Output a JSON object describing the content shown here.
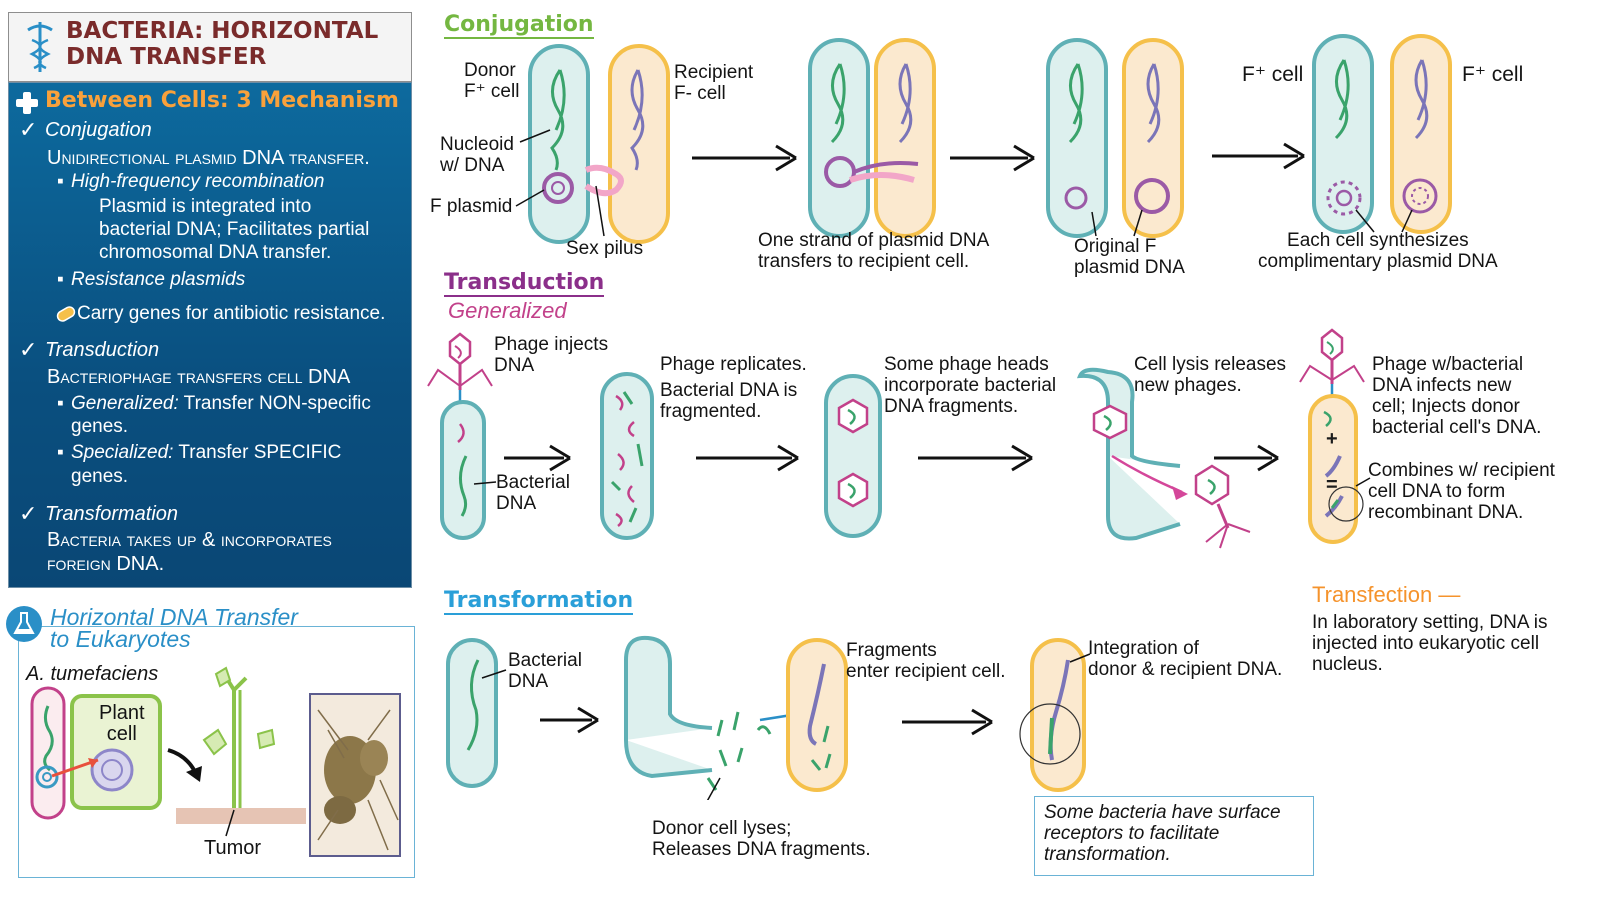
{
  "header": {
    "title": "BACTERIA: HORIZONTAL DNA TRANSFER"
  },
  "panel": {
    "heading": "Between Cells: 3 Mechanism",
    "conj": {
      "title": "Conjugation",
      "desc": "Unidirectional plasmid DNA transfer.",
      "hfr": "High-frequency recombination",
      "hfr_desc": [
        "Plasmid is integrated into",
        "bacterial DNA; Facilitates partial",
        "chromosomal DNA transfer."
      ],
      "resist": "Resistance plasmids",
      "resist_desc": "Carry genes for antibiotic resistance."
    },
    "trans": {
      "title": "Transduction",
      "desc": "Bacteriophage transfers cell DNA",
      "gen_label": "Generalized:",
      "gen_text": [
        "Transfer NON-specific",
        "genes."
      ],
      "spec_label": "Specialized:",
      "spec_text": [
        "Transfer SPECIFIC",
        "genes."
      ]
    },
    "transf": {
      "title": "Transformation",
      "desc": [
        "Bacteria takes up & incorporates",
        "foreign DNA."
      ]
    }
  },
  "euk": {
    "title": [
      "Horizontal DNA Transfer",
      "to Eukaryotes"
    ],
    "organism": "A. tumefaciens",
    "plant_cell": [
      "Plant",
      "cell"
    ],
    "tumor": "Tumor"
  },
  "conjugation": {
    "title": "Conjugation",
    "donor": [
      "Donor",
      "F⁺ cell"
    ],
    "recipient": [
      "Recipient",
      "F- cell"
    ],
    "nucleoid": [
      "Nucleoid",
      "w/ DNA"
    ],
    "fplasmid": "F plasmid",
    "sexpilus": "Sex pilus",
    "one_strand": [
      "One strand of plasmid DNA",
      "transfers to recipient cell."
    ],
    "original": [
      "Original F",
      "plasmid DNA"
    ],
    "fcell_a": "F⁺ cell",
    "fcell_b": "F⁺ cell",
    "each_cell": [
      "Each cell synthesizes",
      "complimentary plasmid DNA"
    ]
  },
  "transduction": {
    "title": "Transduction",
    "subtitle": "Generalized",
    "phage_injects": [
      "Phage injects",
      "DNA"
    ],
    "bacterial_dna": [
      "Bacterial",
      "DNA"
    ],
    "replicates": [
      "Phage replicates.",
      "Bacterial DNA is",
      "fragmented."
    ],
    "heads": [
      "Some phage heads",
      "incorporate bacterial",
      "DNA fragments."
    ],
    "lysis": [
      "Cell lysis releases",
      "new phages."
    ],
    "infects": [
      "Phage w/bacterial",
      "DNA infects new",
      "cell; Injects donor",
      "bacterial cell's DNA."
    ],
    "combines": [
      "Combines w/ recipient",
      "cell DNA to form",
      "recombinant DNA."
    ],
    "plus": "+",
    "equals": "="
  },
  "transformation": {
    "title": "Transformation",
    "bacterial_dna": [
      "Bacterial",
      "DNA"
    ],
    "donor_lyses": [
      "Donor cell lyses;",
      "Releases DNA fragments."
    ],
    "fragments": [
      "Fragments",
      "enter recipient cell."
    ],
    "integration": [
      "Integration of",
      "donor & recipient DNA."
    ],
    "note": [
      "Some bacteria have surface",
      "receptors to facilitate",
      "transformation."
    ]
  },
  "transfection": {
    "title": "Transfection —",
    "text": [
      "In laboratory setting, DNA is",
      "injected into eukaryotic cell",
      "nucleus."
    ]
  },
  "colors": {
    "teal": "#5fb0b5",
    "orange": "#f5c04a",
    "purple": "#9b5aa6",
    "pink": "#d4479a",
    "blue": "#2a8fc7",
    "green": "#74b741"
  }
}
